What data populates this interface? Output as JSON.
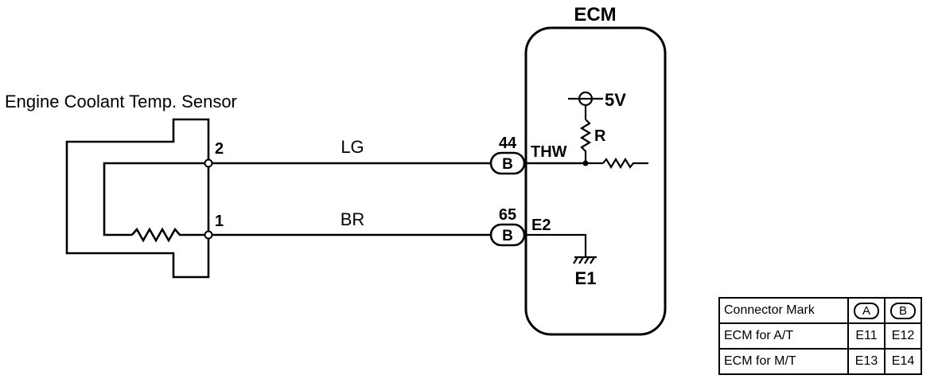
{
  "ecm": {
    "title": "ECM",
    "voltage": "5V",
    "resistor": "R",
    "ground": "E1",
    "terminals": [
      {
        "name": "THW",
        "pin": "44",
        "connector": "B"
      },
      {
        "name": "E2",
        "pin": "65",
        "connector": "B"
      }
    ]
  },
  "sensor": {
    "title": "Engine Coolant Temp. Sensor",
    "pins": [
      "2",
      "1"
    ]
  },
  "wires": [
    "LG",
    "BR"
  ],
  "connector_table": {
    "header": [
      "Connector Mark",
      "A",
      "B"
    ],
    "rows": [
      [
        "ECM for A/T",
        "E11",
        "E12"
      ],
      [
        "ECM for M/T",
        "E13",
        "E14"
      ]
    ]
  }
}
